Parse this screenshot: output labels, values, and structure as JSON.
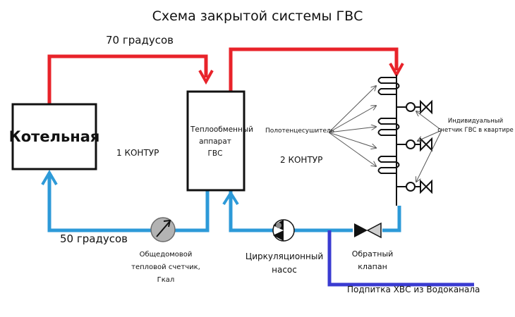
{
  "title": "Схема закрытой системы ГВС",
  "labels": {
    "temp_supply": "70 градусов",
    "temp_return": "50 градусов",
    "boiler": "Котельная",
    "circuit1": "1 КОНТУР",
    "circuit2": "2 КОНТУР",
    "heat_exchanger": "Теплообменный аппарат ГВС",
    "heat_meter": "Общедомовой тепловой счетчик, Гкал",
    "pump": "Циркуляционный насос",
    "check_valve": "Обратный клапан",
    "towel_dryer": "Полотенцесушитель",
    "individual_meter": "Индивидуальный счетчик ГВС в квартире",
    "makeup": "Подпитка ХВС из Водоканала"
  },
  "colors": {
    "hot_line": "#e8232a",
    "return_line": "#2d9ad8",
    "cold_supply_line": "#3a3bd1",
    "outline": "#111111"
  }
}
